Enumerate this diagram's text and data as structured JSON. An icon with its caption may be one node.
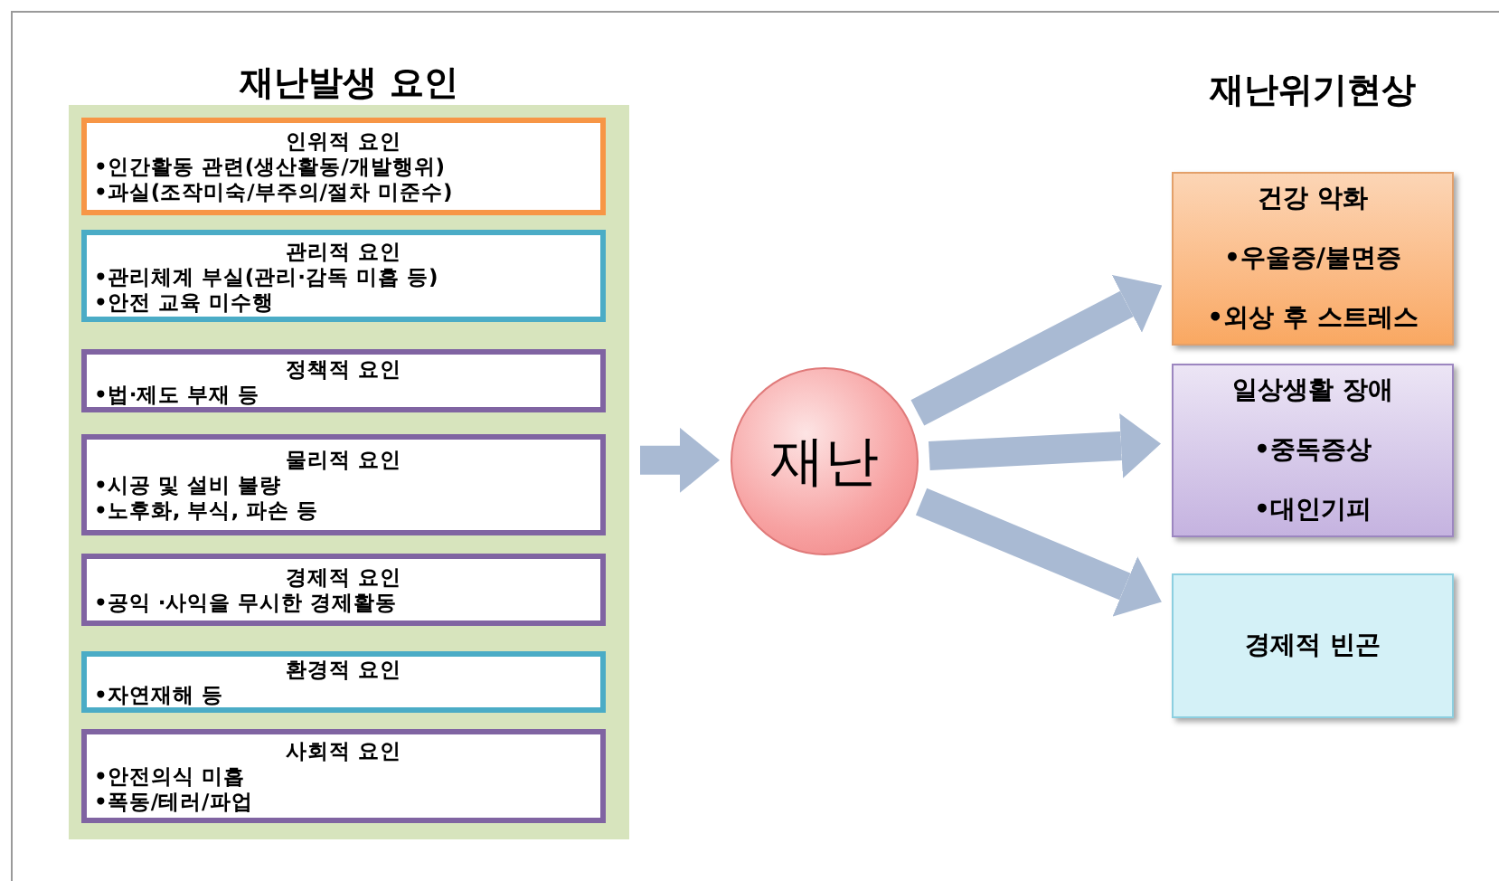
{
  "diagram": {
    "nodes": [
      {
        "text": [
          "재난발생 요인"
        ]
      },
      {
        "text": [
          "인위적 요인",
          "•인간활동 관련(생산활동/개발행위)",
          "•과실(조작미숙/부주의/절차 미준수)"
        ],
        "in": 0
      },
      {
        "text": [
          "관리적 요인",
          "•관리체계 부실(관리·감독 미흡 등)",
          "•안전 교육 미수행"
        ],
        "in": 0
      },
      {
        "text": [
          "정책적 요인",
          "•법·제도 부재 등"
        ],
        "in": 0
      },
      {
        "text": [
          "물리적 요인",
          "•시공 및 설비 불량",
          "•노후화, 부식, 파손 등"
        ],
        "in": 0
      },
      {
        "text": [
          "경제적 요인",
          "•공익 ·사익을 무시한 경제활동"
        ],
        "in": 0
      },
      {
        "text": [
          "환경적 요인",
          "•자연재해 등"
        ],
        "in": 0
      },
      {
        "text": [
          "사회적 요인",
          "•안전의식 미흡",
          "•폭동/테러/파업"
        ],
        "in": 0
      },
      {
        "text": [
          "재난"
        ]
      },
      {
        "text": [
          "건강 악화",
          "•우울증/불면증",
          "•외상 후 스트레스"
        ]
      },
      {
        "text": [
          "일상생활 장애",
          "•중독증상",
          "•대인기피"
        ]
      },
      {
        "text": [
          "경제적 빈곤"
        ]
      }
    ],
    "edges": [
      {
        "from": 0,
        "to": 8,
        "arrow": "to"
      },
      {
        "from": 8,
        "to": 9,
        "arrow": "to"
      },
      {
        "from": 8,
        "to": 10,
        "arrow": "to"
      },
      {
        "from": 8,
        "to": 11,
        "arrow": "to"
      }
    ],
    "labels": [
      "재난위기현상"
    ]
  }
}
